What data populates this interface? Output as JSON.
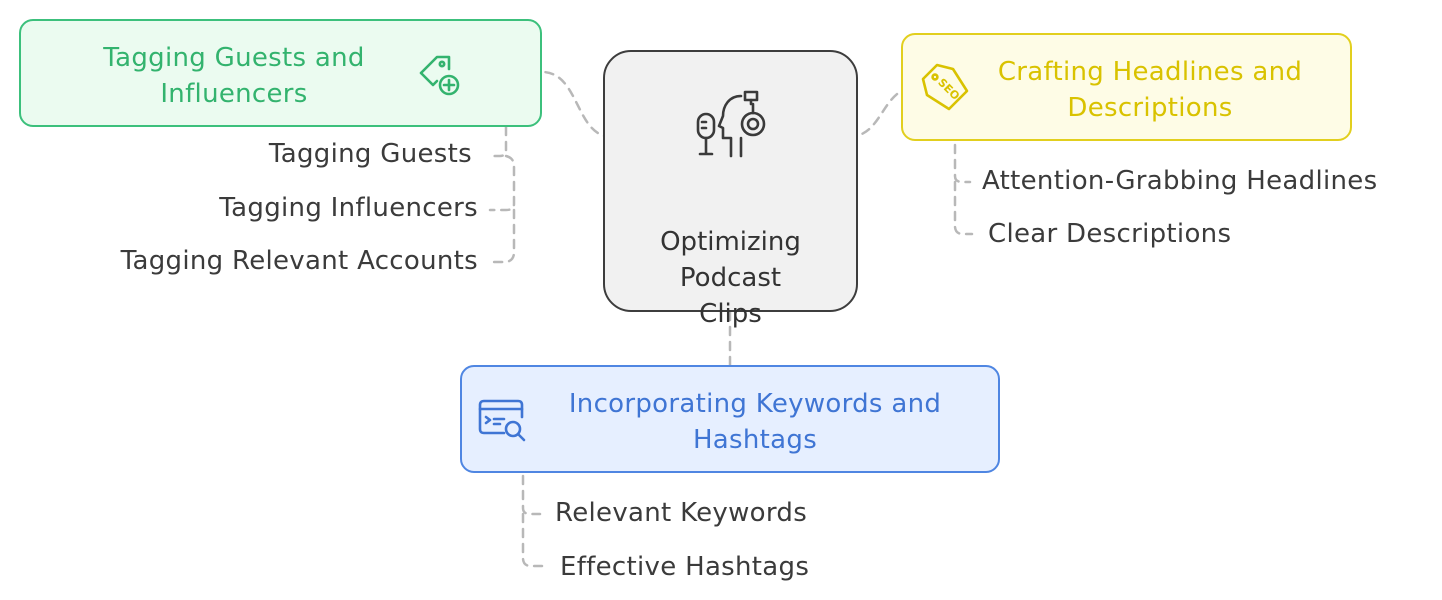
{
  "center": {
    "title_line1": "Optimizing",
    "title_line2": "Podcast",
    "title_line3": "Clips",
    "icon": "podcaster-microphone-icon"
  },
  "nodes": {
    "guests": {
      "title_line1": "Tagging Guests and",
      "title_line2": "Influencers",
      "icon": "tag-add-icon",
      "color": "#3cc07c",
      "items": [
        "Tagging Guests",
        "Tagging Influencers",
        "Tagging Relevant Accounts"
      ]
    },
    "headlines": {
      "title_line1": "Crafting Headlines and",
      "title_line2": "Descriptions",
      "icon": "seo-tag-icon",
      "color": "#e2cf1e",
      "items": [
        "Attention-Grabbing Headlines",
        "Clear Descriptions"
      ]
    },
    "keywords": {
      "title_line1": "Incorporating Keywords and",
      "title_line2": "Hashtags",
      "icon": "browser-search-icon",
      "color": "#4f86e2",
      "items": [
        "Relevant Keywords",
        "Effective Hashtags"
      ]
    }
  }
}
